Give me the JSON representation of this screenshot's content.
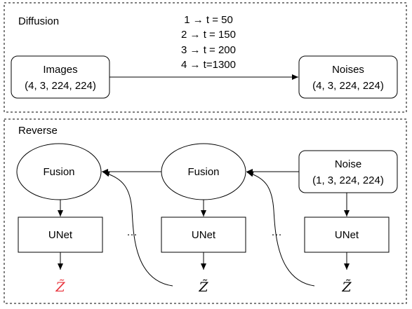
{
  "diffusion": {
    "section_label": "Diffusion",
    "schedule": [
      "1 → t = 50",
      "2 → t = 150",
      "3 → t = 200",
      "4 → t=1300"
    ],
    "input_box": {
      "line1": "Images",
      "line2": "(4, 3, 224, 224)"
    },
    "output_box": {
      "line1": "Noises",
      "line2": "(4, 3, 224, 224)"
    }
  },
  "reverse": {
    "section_label": "Reverse",
    "noise_box": {
      "line1": "Noise",
      "line2": "(1, 3, 224, 224)"
    },
    "fusion_labels": [
      "Fusion",
      "Fusion"
    ],
    "unet_labels": [
      "UNet",
      "UNet",
      "UNet"
    ],
    "ellipsis": [
      "···",
      "···"
    ],
    "outputs": [
      "Z̃",
      "Z̃",
      "Z̃"
    ]
  },
  "colors": {
    "highlight_output": "#e8313a",
    "stroke": "#000000"
  }
}
